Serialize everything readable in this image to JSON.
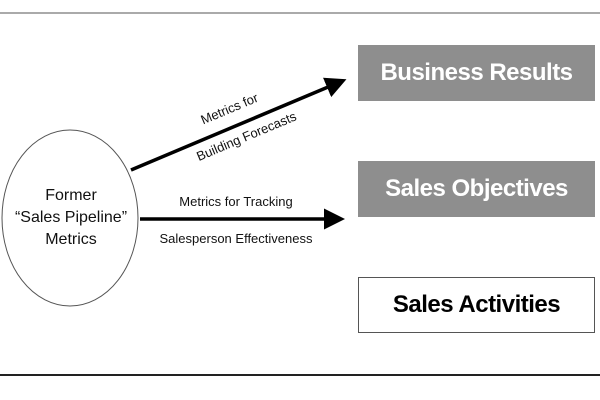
{
  "source": {
    "lines": [
      "Former",
      "“Sales Pipeline”",
      "Metrics"
    ]
  },
  "arrows": [
    {
      "label_top": "Metrics for",
      "label_bottom": "Building Forecasts"
    },
    {
      "label_top": "Metrics for Tracking",
      "label_bottom": "Salesperson Effectiveness"
    }
  ],
  "targets": [
    {
      "label": "Business Results"
    },
    {
      "label": "Sales Objectives"
    },
    {
      "label": "Sales Activities"
    }
  ],
  "colors": {
    "gray_box": "#8e8e8e"
  }
}
